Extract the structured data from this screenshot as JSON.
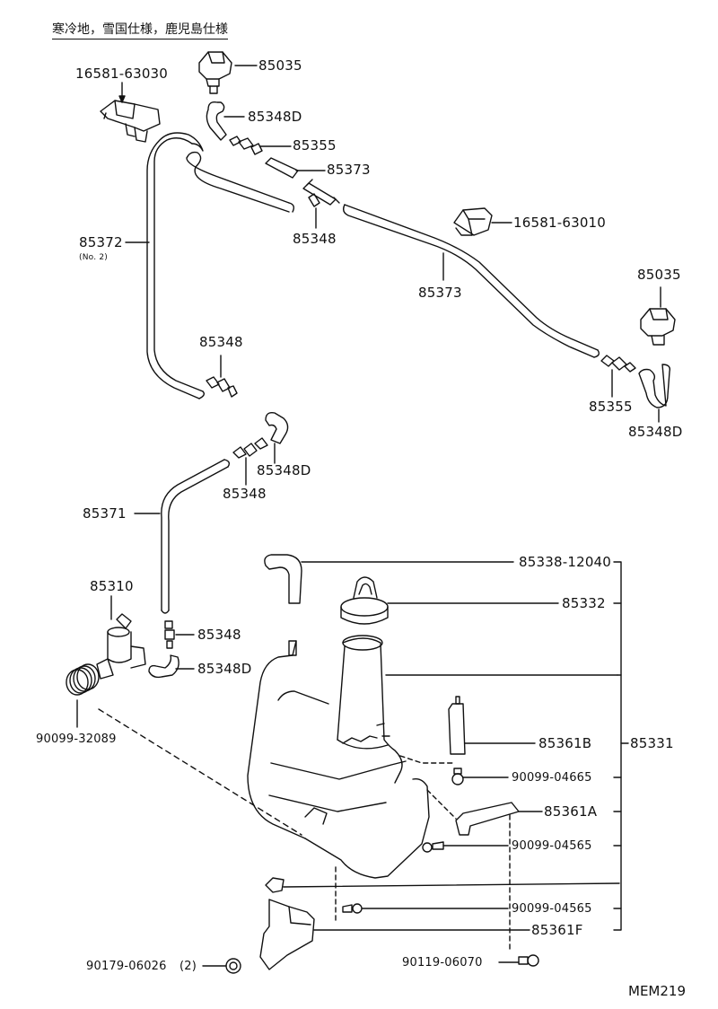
{
  "header": "寒冷地，雪国仕様，鹿児島仕様",
  "diagram_code": "MEM219",
  "labels": {
    "p16581_63030": "16581-63030",
    "p85035_top": "85035",
    "p85348d_top": "85348D",
    "p85355_top": "85355",
    "p85373_top": "85373",
    "p85348_a": "85348",
    "p16581_63010": "16581-63010",
    "p85372": "85372",
    "p85372_sub": "(No. 2)",
    "p85373_mid": "85373",
    "p85035_right": "85035",
    "p85348_b": "85348",
    "p85355_right": "85355",
    "p85348d_right": "85348D",
    "p85348d_mid": "85348D",
    "p85348_c": "85348",
    "p85371": "85371",
    "p85338": "85338-12040",
    "p85310": "85310",
    "p85332": "85332",
    "p85348_d": "85348",
    "p85348d_low": "85348D",
    "p90099_32089": "90099-32089",
    "p85361b": "85361B",
    "p85331": "85331",
    "p90099_04665": "90099-04665",
    "p85361a": "85361A",
    "p90099_04565_a": "90099-04565",
    "p90099_04565_b": "90099-04565",
    "p85361f": "85361F",
    "p90179": "90179-06026",
    "p90179_qty": "(2)",
    "p90119": "90119-06070"
  }
}
